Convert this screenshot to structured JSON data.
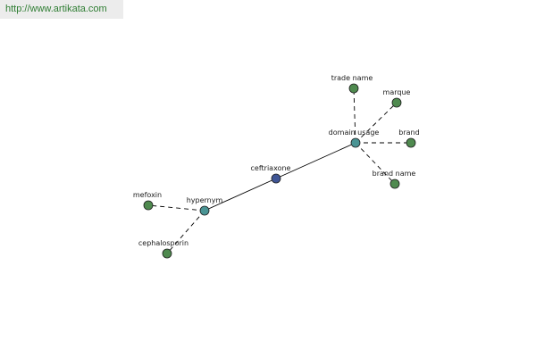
{
  "header": {
    "url_text": "http://www.artikata.com"
  },
  "colors": {
    "root_node": "#3f5595",
    "relation_node": "#4a9494",
    "leaf_node": "#4f8a4f",
    "url_bar_bg": "#ececec",
    "url_text": "#2e7d32"
  },
  "graph": {
    "nodes": [
      {
        "id": "ceftriaxone",
        "label": "ceftriaxone",
        "kind": "root"
      },
      {
        "id": "domainusage",
        "label": "domain usage",
        "kind": "relation"
      },
      {
        "id": "hypernym",
        "label": "hypernym",
        "kind": "relation"
      },
      {
        "id": "tradename",
        "label": "trade name",
        "kind": "leaf"
      },
      {
        "id": "marque",
        "label": "marque",
        "kind": "leaf"
      },
      {
        "id": "brand",
        "label": "brand",
        "kind": "leaf"
      },
      {
        "id": "brandname",
        "label": "brand name",
        "kind": "leaf"
      },
      {
        "id": "mefoxin",
        "label": "mefoxin",
        "kind": "leaf"
      },
      {
        "id": "cephalosporin",
        "label": "cephalosporin",
        "kind": "leaf"
      }
    ],
    "edges": [
      {
        "from": "ceftriaxone",
        "to": "domainusage",
        "style": "solid"
      },
      {
        "from": "ceftriaxone",
        "to": "hypernym",
        "style": "solid"
      },
      {
        "from": "domainusage",
        "to": "tradename",
        "style": "dashed"
      },
      {
        "from": "domainusage",
        "to": "marque",
        "style": "dashed"
      },
      {
        "from": "domainusage",
        "to": "brand",
        "style": "dashed"
      },
      {
        "from": "domainusage",
        "to": "brandname",
        "style": "dashed"
      },
      {
        "from": "hypernym",
        "to": "mefoxin",
        "style": "dashed"
      },
      {
        "from": "hypernym",
        "to": "cephalosporin",
        "style": "dashed"
      }
    ]
  }
}
